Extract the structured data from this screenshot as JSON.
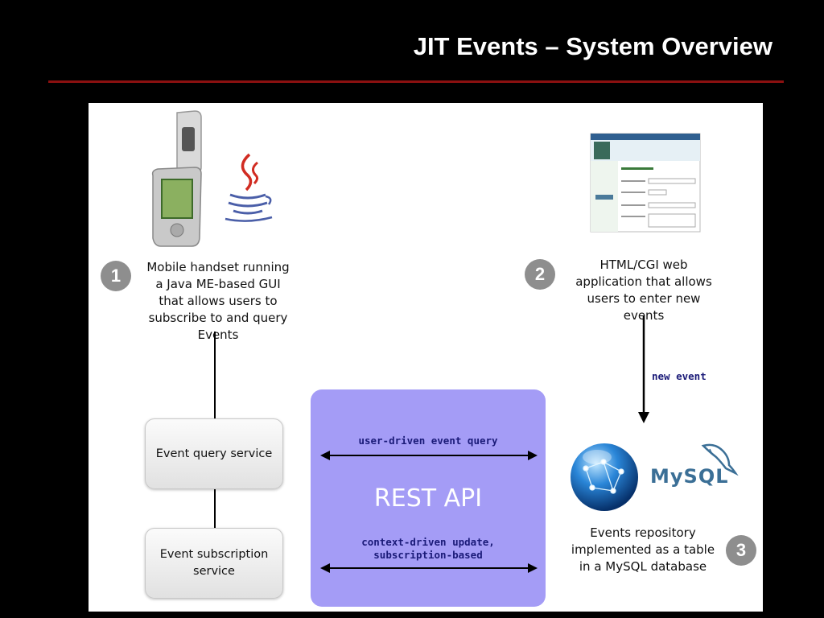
{
  "title": "JIT Events – System Overview",
  "steps": [
    {
      "number": "1",
      "text": "Mobile handset running a Java ME-based GUI that allows users to subscribe to and query Events"
    },
    {
      "number": "2",
      "text": "HTML/CGI web application that allows users to enter new events"
    },
    {
      "number": "3",
      "text": "Events repository implemented as a table in a MySQL database"
    }
  ],
  "services": {
    "query": "Event query service",
    "subscription": "Event subscription service"
  },
  "api": {
    "label": "REST API",
    "top_arrow_label": "user-driven event query",
    "bottom_arrow_label": "context-driven update, subscription-based"
  },
  "new_event_label": "new event",
  "mysql_logo": "MySQL",
  "colors": {
    "background": "#000000",
    "rule": "#8b1010",
    "api_box": "#a49cf6",
    "step_badge": "#8e8e8e",
    "mono_label": "#1a1a78",
    "mysql_blue": "#3b6f96",
    "mysql_orange": "#e08a1e"
  }
}
